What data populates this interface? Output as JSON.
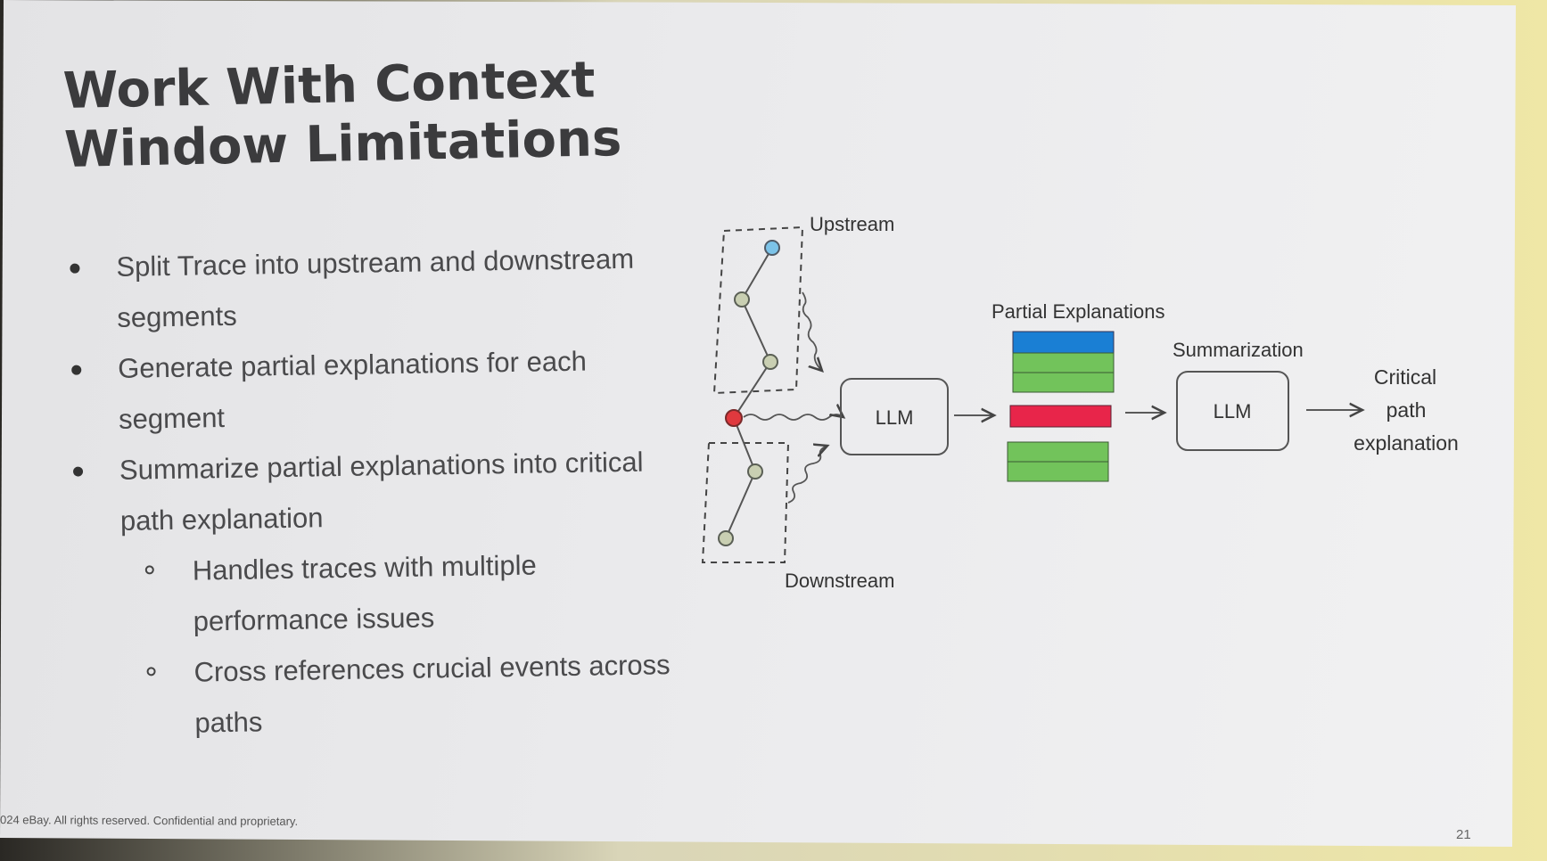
{
  "slide": {
    "title_line1": "Work With Context",
    "title_line2": "Window Limitations",
    "bullets": [
      {
        "line1": "Split Trace into upstream and downstream",
        "line2": "segments"
      },
      {
        "line1": "Generate partial explanations for each",
        "line2": "segment"
      },
      {
        "line1": "Summarize partial explanations into critical",
        "line2": "path explanation"
      }
    ],
    "sub_bullets": [
      {
        "line1": "Handles traces with multiple",
        "line2": "performance issues"
      },
      {
        "line1": "Cross references crucial events across",
        "line2": "paths"
      }
    ],
    "footer": "024 eBay. All rights reserved. Confidential and proprietary.",
    "page_number": "21"
  },
  "diagram": {
    "upstream_label": "Upstream",
    "downstream_label": "Downstream",
    "partial_explanations_label": "Partial Explanations",
    "summarization_label": "Summarization",
    "llm_label_1": "LLM",
    "llm_label_2": "LLM",
    "output_line1": "Critical",
    "output_line2": "path",
    "output_line3": "explanation",
    "colors": {
      "blue_bar": "#1a7fd4",
      "green_bar": "#72c35b",
      "red_bar": "#e8254a",
      "node_blue": "#7cc3e8",
      "node_red": "#e0393e",
      "node_gray": "#c9cfb2"
    }
  }
}
